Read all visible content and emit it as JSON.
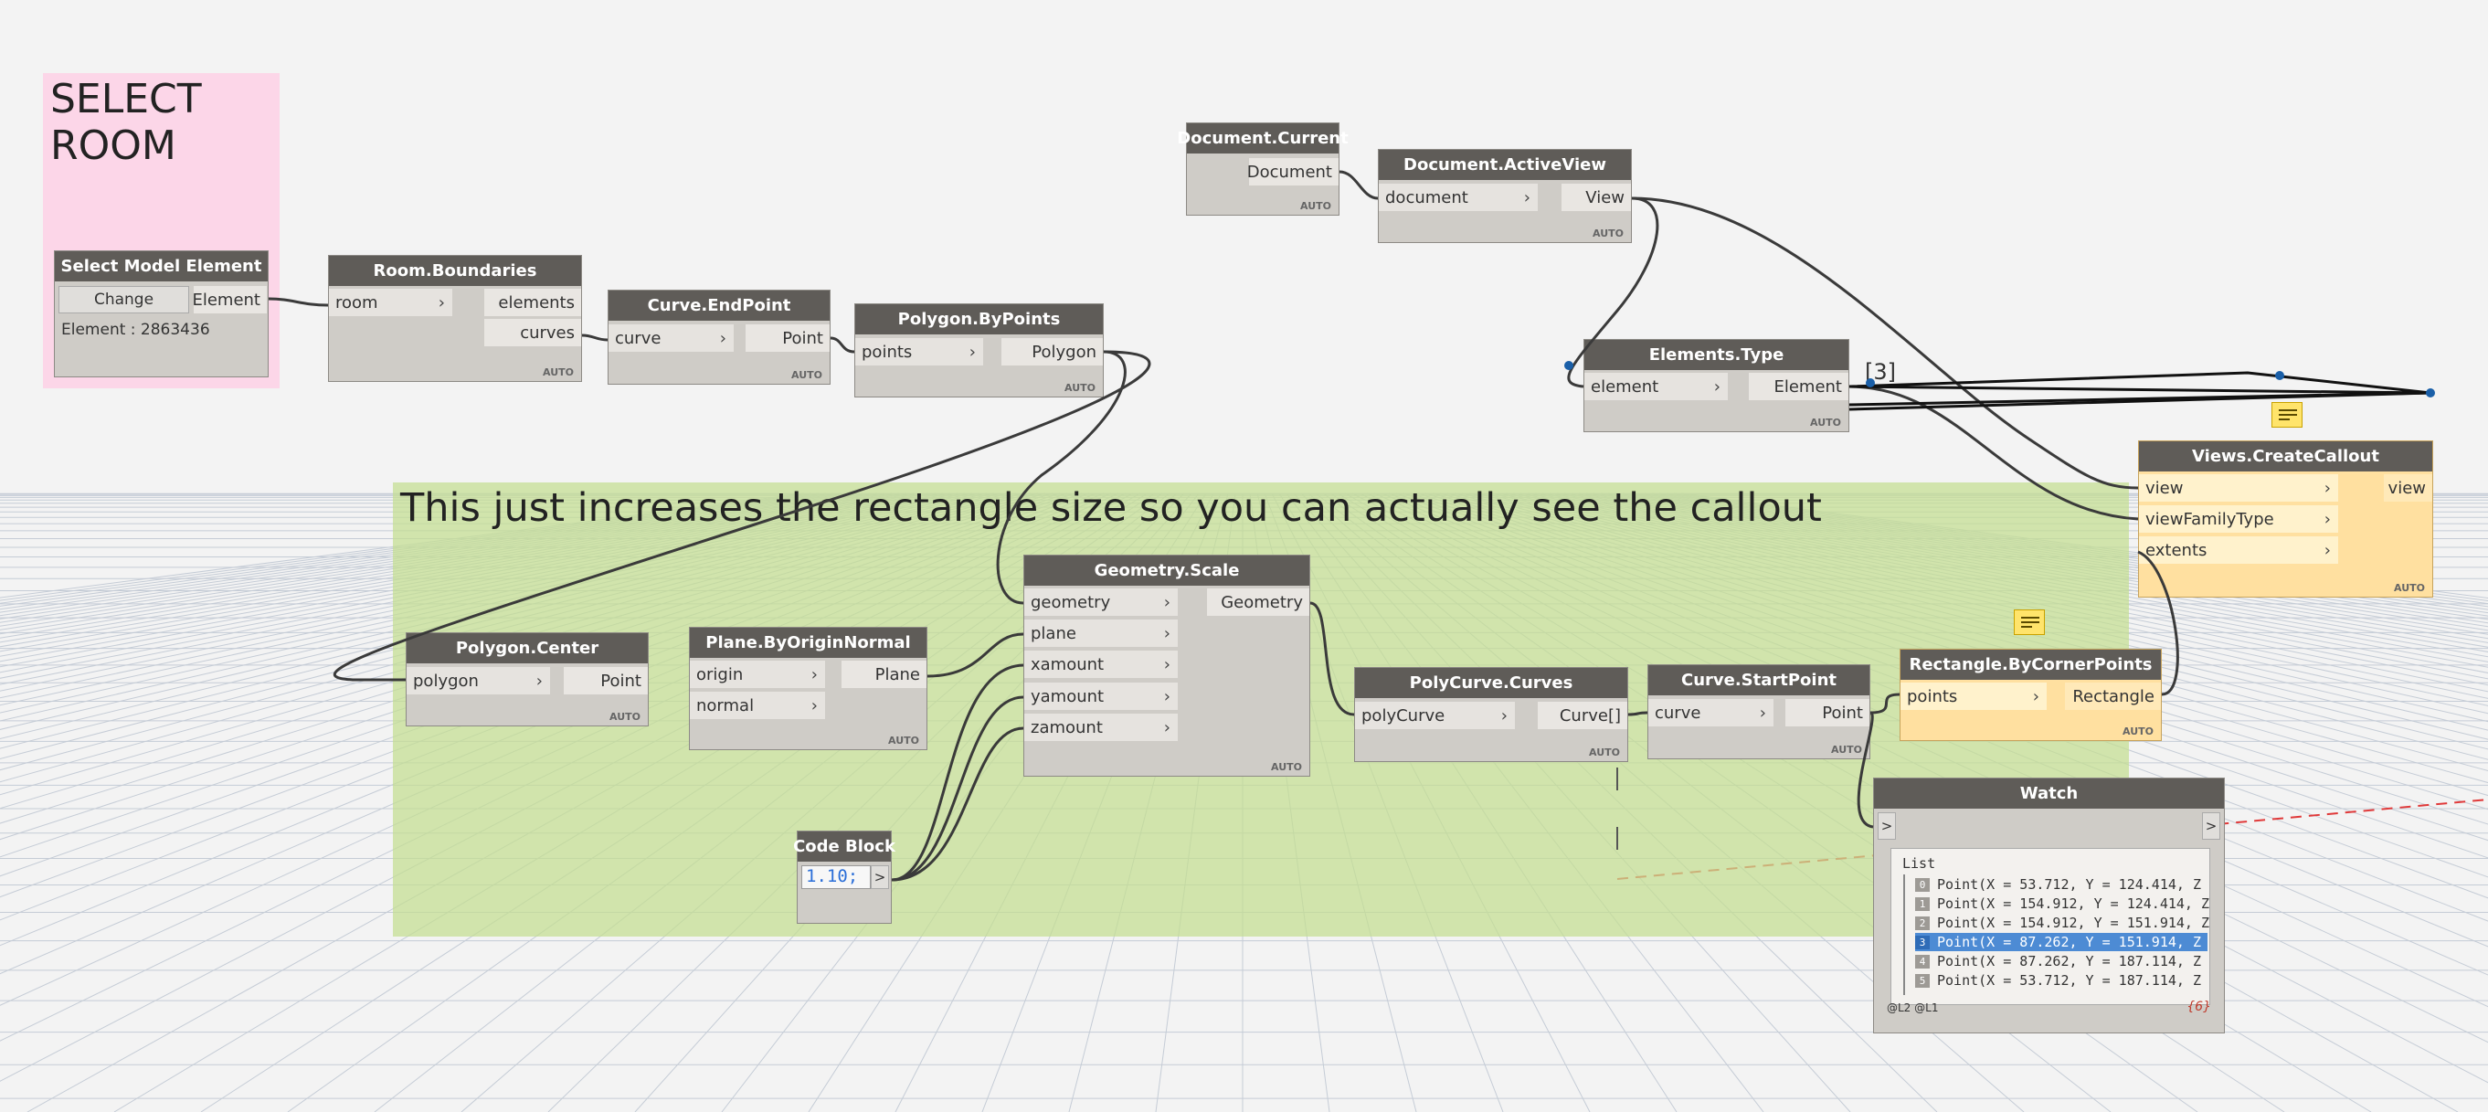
{
  "groups": {
    "select_room": {
      "title": "SELECT\nROOM",
      "color": "#fcd6e8"
    },
    "increase_rect": {
      "title": "This just increases the rectangle size so you can actually see the callout",
      "color": "#cde4a2"
    }
  },
  "auto_label": "AUTO",
  "nodes": {
    "select_model_element": {
      "title": "Select Model Element",
      "button": "Change",
      "output": "Element",
      "info": "Element : 2863436"
    },
    "room_boundaries": {
      "title": "Room.Boundaries",
      "inputs": [
        "room"
      ],
      "outputs": [
        "elements",
        "curves"
      ]
    },
    "curve_endpoint": {
      "title": "Curve.EndPoint",
      "inputs": [
        "curve"
      ],
      "outputs": [
        "Point"
      ]
    },
    "polygon_bypoints": {
      "title": "Polygon.ByPoints",
      "inputs": [
        "points"
      ],
      "outputs": [
        "Polygon"
      ]
    },
    "document_current": {
      "title": "Document.Current",
      "outputs": [
        "Document"
      ]
    },
    "document_activeview": {
      "title": "Document.ActiveView",
      "inputs": [
        "document"
      ],
      "outputs": [
        "View"
      ]
    },
    "elements_type": {
      "title": "Elements.Type",
      "inputs": [
        "element"
      ],
      "outputs": [
        "Element"
      ],
      "lacing": "[3]"
    },
    "views_createcallout": {
      "title": "Views.CreateCallout",
      "inputs": [
        "view",
        "viewFamilyType",
        "extents"
      ],
      "outputs": [
        "view"
      ]
    },
    "polygon_center": {
      "title": "Polygon.Center",
      "inputs": [
        "polygon"
      ],
      "outputs": [
        "Point"
      ]
    },
    "plane_byoriginnormal": {
      "title": "Plane.ByOriginNormal",
      "inputs": [
        "origin",
        "normal"
      ],
      "outputs": [
        "Plane"
      ]
    },
    "geometry_scale": {
      "title": "Geometry.Scale",
      "inputs": [
        "geometry",
        "plane",
        "xamount",
        "yamount",
        "zamount"
      ],
      "outputs": [
        "Geometry"
      ]
    },
    "code_block": {
      "title": "Code Block",
      "code": "1.10;",
      "out": ">"
    },
    "polycurve_curves": {
      "title": "PolyCurve.Curves",
      "inputs": [
        "polyCurve"
      ],
      "outputs": [
        "Curve[]"
      ]
    },
    "curve_startpoint": {
      "title": "Curve.StartPoint",
      "inputs": [
        "curve"
      ],
      "outputs": [
        "Point"
      ]
    },
    "rectangle_bycornerpoints": {
      "title": "Rectangle.ByCornerPoints",
      "inputs": [
        "points"
      ],
      "outputs": [
        "Rectangle"
      ]
    },
    "watch": {
      "title": "Watch",
      "in": ">",
      "out": ">",
      "list_label": "List",
      "rows": [
        {
          "index": "0",
          "text": "Point(X = 53.712, Y = 124.414, Z"
        },
        {
          "index": "1",
          "text": "Point(X = 154.912, Y = 124.414, Z"
        },
        {
          "index": "2",
          "text": "Point(X = 154.912, Y = 151.914, Z"
        },
        {
          "index": "3",
          "text": "Point(X = 87.262, Y = 151.914, Z"
        },
        {
          "index": "4",
          "text": "Point(X = 87.262, Y = 187.114, Z"
        },
        {
          "index": "5",
          "text": "Point(X = 53.712, Y = 187.114, Z"
        }
      ],
      "levels": "@L2 @L1",
      "count": "{6}"
    }
  },
  "colors": {
    "wire": "#3a3a3a",
    "node_header": "#5f5c58",
    "selected_node": "#ffe0a0",
    "highlight_row": "#4d8bd4",
    "grid_line": "#c5ccd6",
    "axis": "#e03a3a"
  }
}
